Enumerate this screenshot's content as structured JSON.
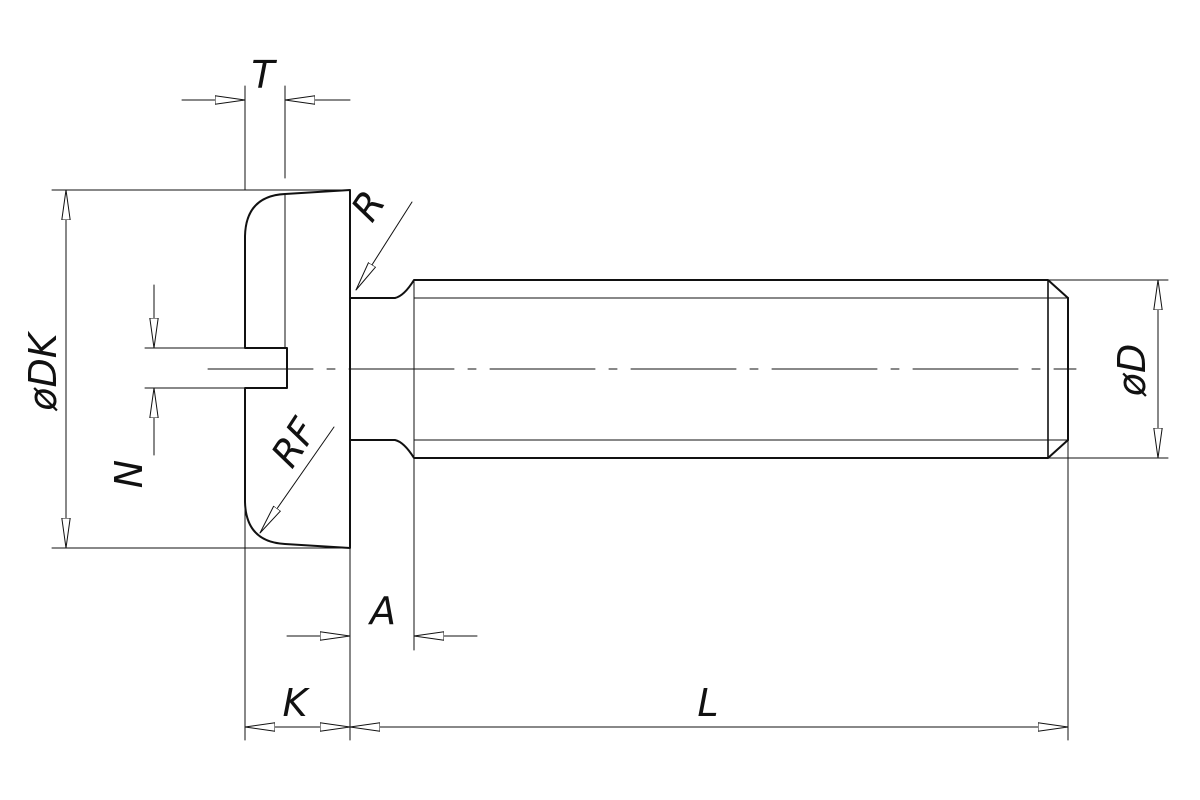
{
  "labels": {
    "T": "T",
    "R": "R",
    "DK": "øDK",
    "N": "N",
    "RF": "RF",
    "D": "øD",
    "A": "A",
    "K": "K",
    "L": "L"
  },
  "colors": {
    "line": "#111111",
    "background": "#ffffff"
  }
}
